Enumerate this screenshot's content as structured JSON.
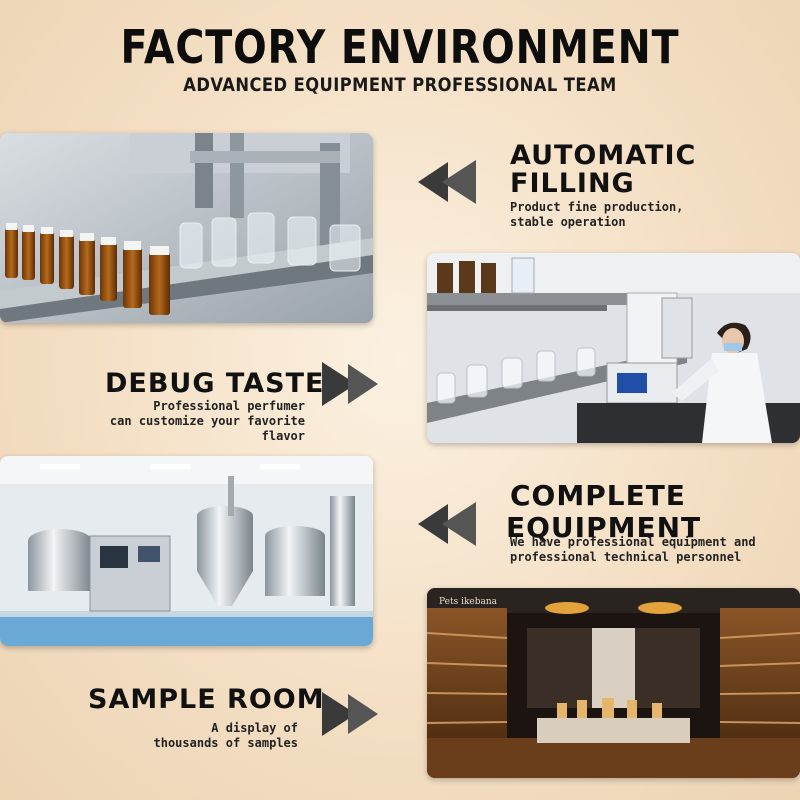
{
  "header": {
    "title": "FACTORY ENVIRONMENT",
    "subtitle": "ADVANCED EQUIPMENT PROFESSIONAL TEAM"
  },
  "sections": [
    {
      "heading_lines": [
        "AUTOMATIC",
        "FILLING"
      ],
      "description_lines": [
        "Product fine production,",
        "stable operation"
      ],
      "arrow": "left"
    },
    {
      "heading_lines": [
        "DEBUG TASTE"
      ],
      "description_lines": [
        "Professional perfumer",
        "can customize your favorite flavor"
      ],
      "arrow": "right"
    },
    {
      "heading_lines": [
        "COMPLETE",
        "EQUIPMENT"
      ],
      "description_lines": [
        "We have professional equipment and",
        "professional technical personnel"
      ],
      "arrow": "left"
    },
    {
      "heading_lines": [
        "SAMPLE ROOM"
      ],
      "description_lines": [
        "A display of",
        "thousands of samples"
      ],
      "arrow": "right"
    }
  ],
  "sample_room_sign": "Pets ikebana"
}
